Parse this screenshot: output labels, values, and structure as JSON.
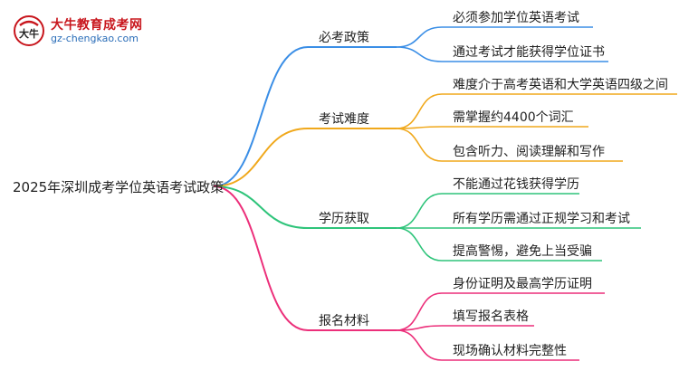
{
  "logo": {
    "name": "大牛教育成考网",
    "url": "gz-chengkao.com",
    "mark_text": "大牛"
  },
  "root": {
    "label": "2025年深圳成考学位英语考试政策"
  },
  "branches": [
    {
      "label": "必考政策",
      "color": "#3a8ee6",
      "children": [
        "必须参加学位英语考试",
        "通过考试才能获得学位证书"
      ]
    },
    {
      "label": "考试难度",
      "color": "#f0a81b",
      "children": [
        "难度介于高考英语和大学英语四级之间",
        "需掌握约4400个词汇",
        "包含听力、阅读理解和写作"
      ]
    },
    {
      "label": "学历获取",
      "color": "#2ec47a",
      "children": [
        "不能通过花钱获得学历",
        "所有学历需通过正规学习和考试",
        "提高警惕，避免上当受骗"
      ]
    },
    {
      "label": "报名材料",
      "color": "#ec2f7a",
      "children": [
        "身份证明及最高学历证明",
        "填写报名表格",
        "现场确认材料完整性"
      ]
    }
  ]
}
